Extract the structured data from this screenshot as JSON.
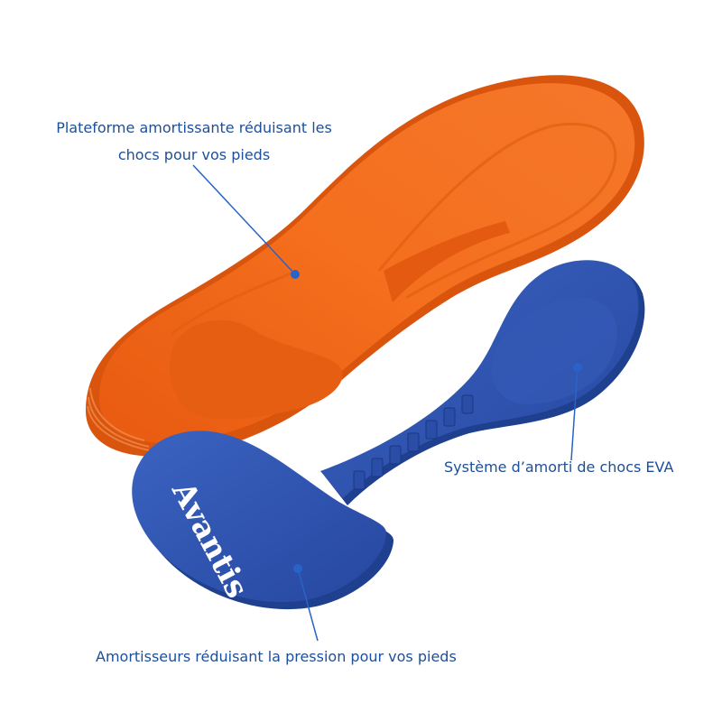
{
  "product": {
    "brand": "Avantis"
  },
  "callouts": {
    "platform": "Plateforme amortissante réduisant les chocs pour vos pieds",
    "eva": "Système d’amorti de chocs EVA",
    "absorbers": "Amortisseurs réduisant la pression pour vos pieds"
  },
  "colors": {
    "insole_orange": "#f26a1b",
    "insole_orange_dark": "#d9540d",
    "pad_blue": "#2f57b3",
    "pad_blue_dark": "#1f3f8f",
    "callout_text": "#1d4f9a",
    "leader_line": "#2a63c8"
  }
}
